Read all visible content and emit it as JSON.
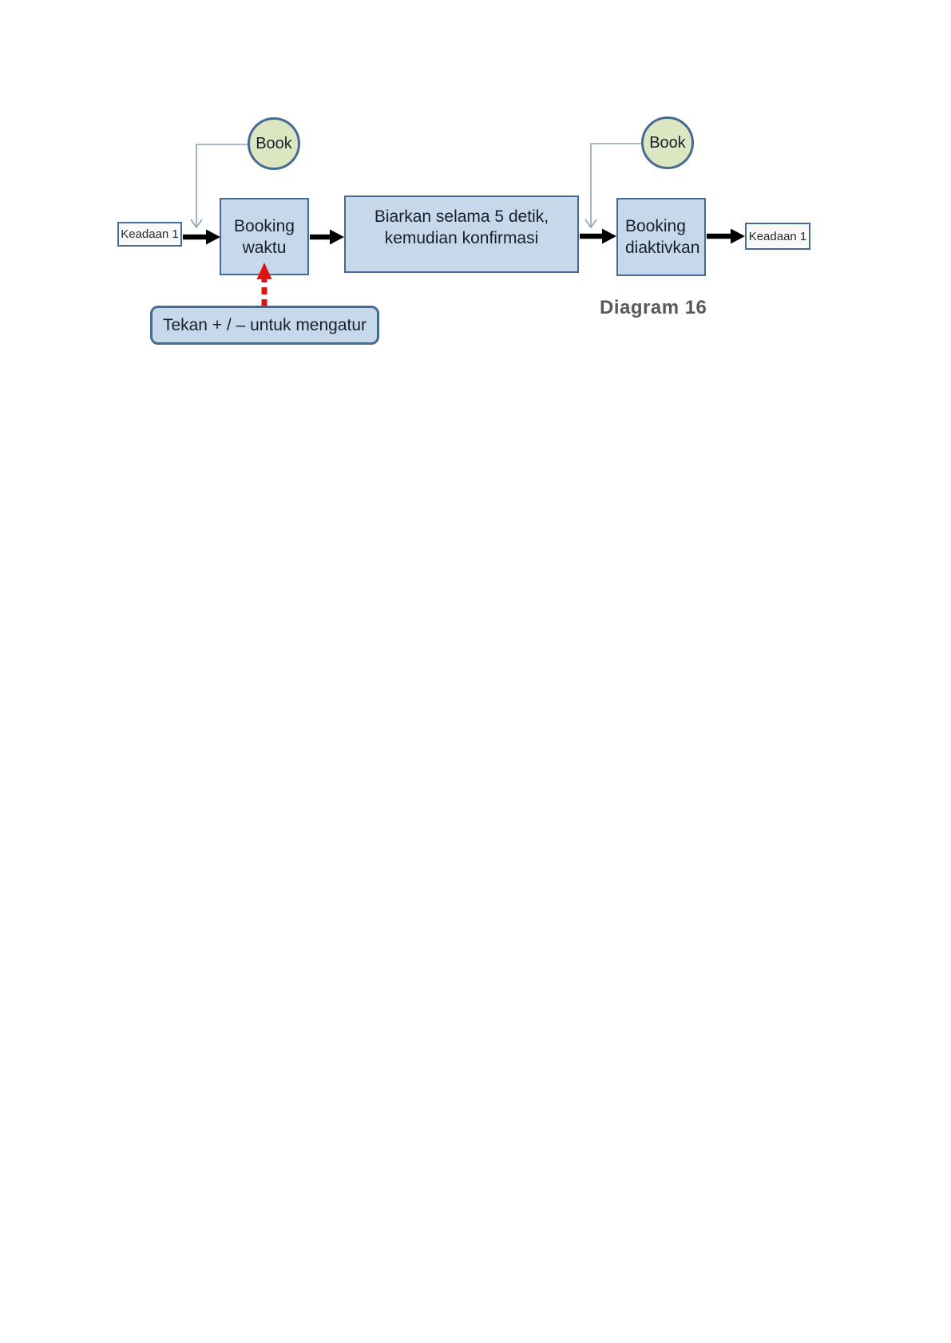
{
  "colors": {
    "box_fill": "#c8d8eb",
    "box_border": "#466b93",
    "circle_fill": "#dce7c1",
    "state_fill": "#f9f9f9",
    "connector": "#8ba2b8",
    "red_arrow": "#dd1414",
    "caption_gray": "#595959",
    "text_dark": "#16202c",
    "arrow_black": "#000000",
    "page_bg": "#ffffff"
  },
  "nodes": {
    "state_start": {
      "label": "Keadaan 1"
    },
    "event_book_left": {
      "label": "Book"
    },
    "step_booking_waktu": {
      "line1": "Booking",
      "line2": "waktu"
    },
    "step_wait_confirm": {
      "line1": "Biarkan selama 5 detik,",
      "line2": "kemudian konfirmasi"
    },
    "event_book_right": {
      "label": "Book"
    },
    "step_booking_active": {
      "line1": "Booking",
      "line2": "diaktivkan"
    },
    "state_end": {
      "label": "Keadaan 1"
    },
    "note_adjust": {
      "label": "Tekan + / – untuk mengatur"
    }
  },
  "caption": {
    "label": "Diagram 16"
  }
}
